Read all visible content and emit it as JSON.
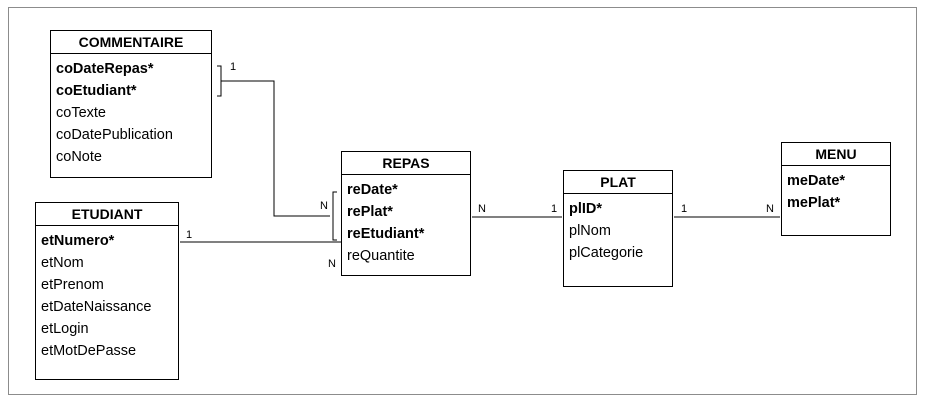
{
  "entities": {
    "commentaire": {
      "name": "COMMENTAIRE",
      "attributes": [
        "coDateRepas*",
        "coEtudiant*",
        "coTexte",
        "coDatePublication",
        "coNote"
      ],
      "keys": [
        0,
        1
      ]
    },
    "etudiant": {
      "name": "ETUDIANT",
      "attributes": [
        "etNumero*",
        "etNom",
        "etPrenom",
        "etDateNaissance",
        "etLogin",
        "etMotDePasse"
      ],
      "keys": [
        0
      ]
    },
    "repas": {
      "name": "REPAS",
      "attributes": [
        "reDate*",
        "rePlat*",
        "reEtudiant*",
        "reQuantite"
      ],
      "keys": [
        0,
        1,
        2
      ]
    },
    "plat": {
      "name": "PLAT",
      "attributes": [
        "plID*",
        "plNom",
        "plCategorie"
      ],
      "keys": [
        0
      ]
    },
    "menu": {
      "name": "MENU",
      "attributes": [
        "meDate*",
        "mePlat*"
      ],
      "keys": [
        0,
        1
      ]
    }
  },
  "cardinalities": {
    "commentaire_repas_1": "1",
    "commentaire_repas_n": "N",
    "etudiant_repas_1": "1",
    "etudiant_repas_n": "N",
    "repas_plat_n": "N",
    "repas_plat_1": "1",
    "plat_menu_1": "1",
    "plat_menu_n": "N"
  }
}
